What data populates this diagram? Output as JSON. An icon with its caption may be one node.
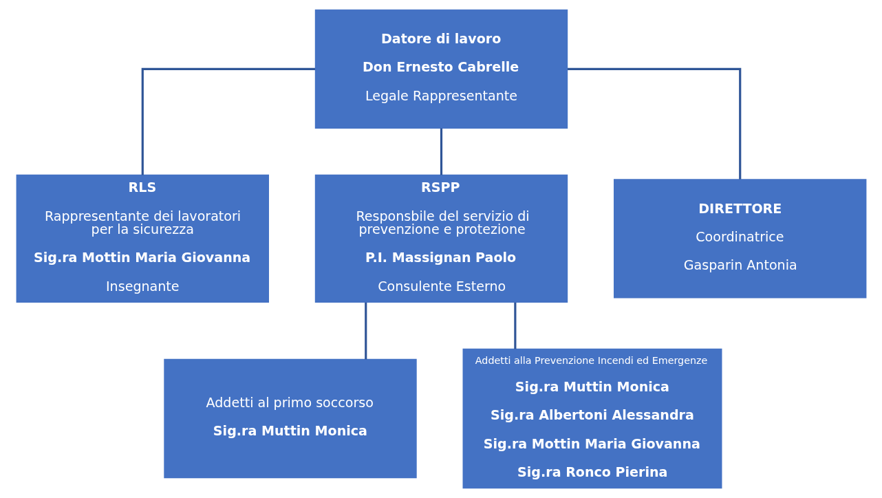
{
  "diagram": {
    "nodes": [
      {
        "text": [
          "Datore di lavoro",
          "Don Ernesto Cabrelle",
          "Legale Rappresentante"
        ]
      },
      {
        "text": [
          "RLS",
          "Rappresentante dei lavoratori per la sicurezza",
          "Sig.ra Mottin Maria Giovanna",
          "Insegnante"
        ]
      },
      {
        "text": [
          "RSPP",
          "Responsbile del servizio di prevenzione e protezione",
          "P.I. Massignan Paolo",
          "Consulente Esterno"
        ]
      },
      {
        "text": [
          "DIRETTORE",
          "Coordinatrice",
          "Gasparin Antonia"
        ]
      },
      {
        "text": [
          "Addetti al primo soccorso",
          "Sig.ra Muttin Monica"
        ]
      },
      {
        "text": [
          "Addetti alla Prevenzione Incendi ed Emergenze",
          "Sig.ra Muttin Monica",
          "Sig.ra Albertoni Alessandra",
          "Sig.ra Mottin Maria Giovanna",
          "Sig.ra Ronco Pierina"
        ]
      }
    ],
    "edges": [
      {
        "from": 0,
        "to": 1,
        "arrow": "none"
      },
      {
        "from": 0,
        "to": 2,
        "arrow": "none"
      },
      {
        "from": 0,
        "to": 3,
        "arrow": "none"
      },
      {
        "from": 2,
        "to": 4,
        "arrow": "none"
      },
      {
        "from": 2,
        "to": 5,
        "arrow": "none"
      }
    ]
  }
}
